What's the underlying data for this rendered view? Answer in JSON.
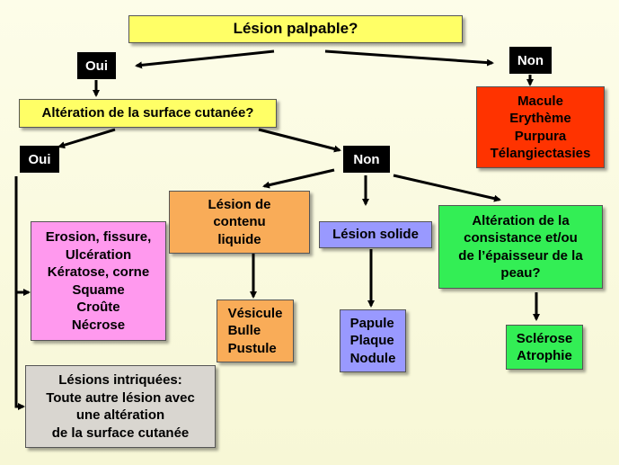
{
  "colors": {
    "yellow": "#ffff66",
    "orange": "#f9ac58",
    "red": "#ff3300",
    "pink": "#ff99ee",
    "lavender": "#9999ff",
    "green": "#33ee55",
    "grey": "#d9d6d0"
  },
  "nodes": {
    "root": [
      "Lésion palpable?"
    ],
    "oui_1": "Oui",
    "non_1": "Non",
    "non_lesions": [
      "Macule",
      "Erythème",
      "Purpura",
      "Télangiectasies"
    ],
    "surface_question": [
      "Altération de la surface cutanée?"
    ],
    "oui_2": "Oui",
    "non_2": "Non",
    "surface_lesions": [
      "Erosion, fissure,",
      "Ulcération",
      "Kératose, corne",
      "Squame",
      "Croûte",
      "Nécrose"
    ],
    "intricate": [
      "Lésions intriquées:",
      "Toute autre lésion avec",
      "une altération",
      "de la surface cutanée"
    ],
    "liquid": [
      "Lésion de",
      "contenu",
      "liquide"
    ],
    "liquid_lesions": [
      "Vésicule",
      "Bulle",
      "Pustule"
    ],
    "solid": [
      "Lésion solide"
    ],
    "solid_lesions": [
      "Papule",
      "Plaque",
      "Nodule"
    ],
    "consistency": [
      "Altération de la",
      "consistance et/ou",
      "de l’épaisseur de la",
      "peau?"
    ],
    "consistency_lesions": [
      "Sclérose",
      "Atrophie"
    ]
  }
}
